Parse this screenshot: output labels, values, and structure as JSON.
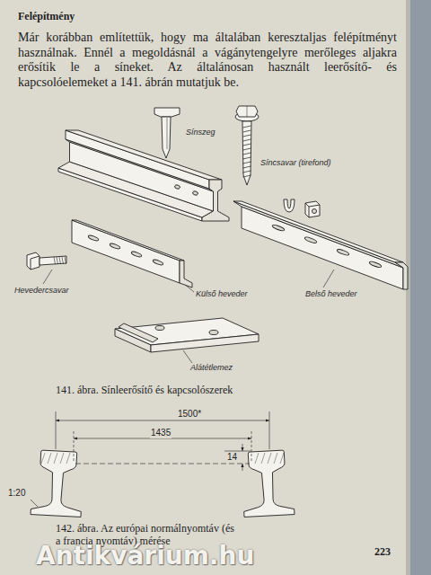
{
  "diagram": {
    "title": "Felépítmény",
    "labels": [
      "Már korábban említettük, hogy ma általában keresztaljas felépítményt használnak. Ennél a megoldásnál a vágánytengelyre merőleges aljakra erősítik le a síneket. Az általánosan használt leerősítő- és kapcsolóelemeket a 141. ábrán mutatjuk be.",
      "Sínszeg",
      "Síncsavar (tirefond)",
      "Belső heveder",
      "Hevedercsavar",
      "Külső heveder",
      "Alátétlemez",
      "141. ábra. Sínleerősítő és kapcsolószerek",
      "1500*",
      "1435",
      "14",
      "1:20",
      "142. ábra. Az európai normálnyomtáv (és a francia nyomtáv) mérése",
      "223",
      "Antikvárium.hu"
    ]
  }
}
